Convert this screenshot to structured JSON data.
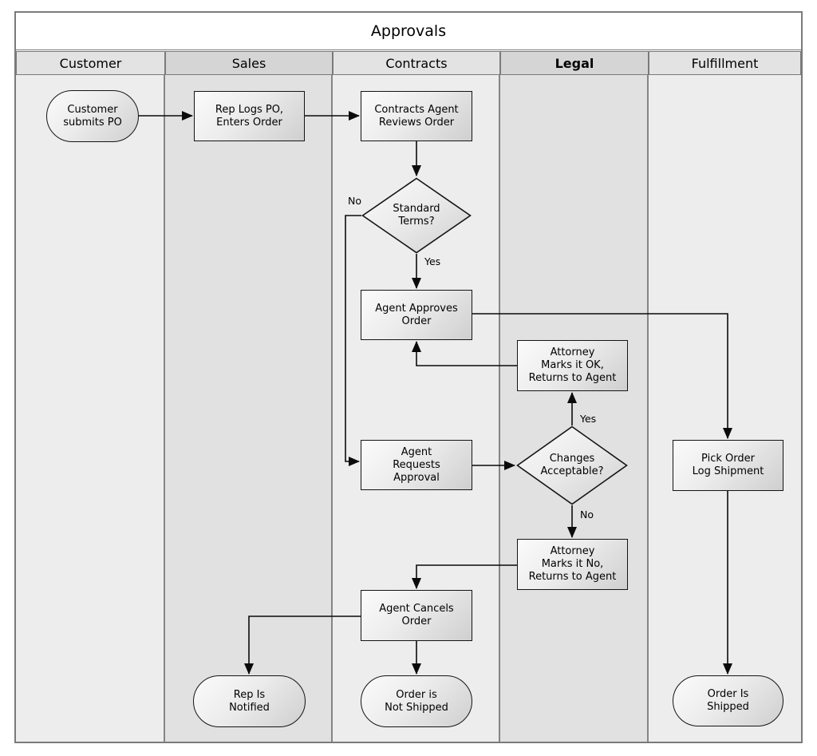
{
  "title": "Approvals",
  "lanes": [
    {
      "label": "Customer"
    },
    {
      "label": "Sales"
    },
    {
      "label": "Contracts"
    },
    {
      "label": "Legal"
    },
    {
      "label": "Fulfillment"
    }
  ],
  "nodes": {
    "customer_submits": {
      "label": "Customer\nsubmits PO"
    },
    "rep_logs": {
      "label": "Rep Logs PO,\nEnters Order"
    },
    "contracts_reviews": {
      "label": "Contracts Agent\nReviews Order"
    },
    "standard_terms": {
      "label": "Standard\nTerms?"
    },
    "agent_approves": {
      "label": "Agent Approves\nOrder"
    },
    "attorney_ok": {
      "label": "Attorney\nMarks it OK,\nReturns to Agent"
    },
    "agent_requests": {
      "label": "Agent\nRequests\nApproval"
    },
    "changes_acceptable": {
      "label": "Changes\nAcceptable?"
    },
    "attorney_no": {
      "label": "Attorney\nMarks it No,\nReturns to Agent"
    },
    "agent_cancels": {
      "label": "Agent Cancels\nOrder"
    },
    "pick_order": {
      "label": "Pick Order\nLog Shipment"
    },
    "rep_notified": {
      "label": "Rep Is\nNotified"
    },
    "order_not_shipped": {
      "label": "Order is\nNot Shipped"
    },
    "order_shipped": {
      "label": "Order Is\nShipped"
    }
  },
  "edge_labels": {
    "standard_yes": "Yes",
    "standard_no": "No",
    "changes_yes": "Yes",
    "changes_no": "No"
  },
  "colors": {
    "frame_border": "#7a7a7a",
    "lane_light": "#ededed",
    "lane_dark": "#e1e1e1",
    "header_light": "#e3e3e3",
    "header_dark": "#d5d5d5",
    "shape_border": "#141414",
    "shape_fill_start": "#fbfbfb",
    "shape_fill_end": "#cfcfcf",
    "connector": "#0b0b0b"
  }
}
